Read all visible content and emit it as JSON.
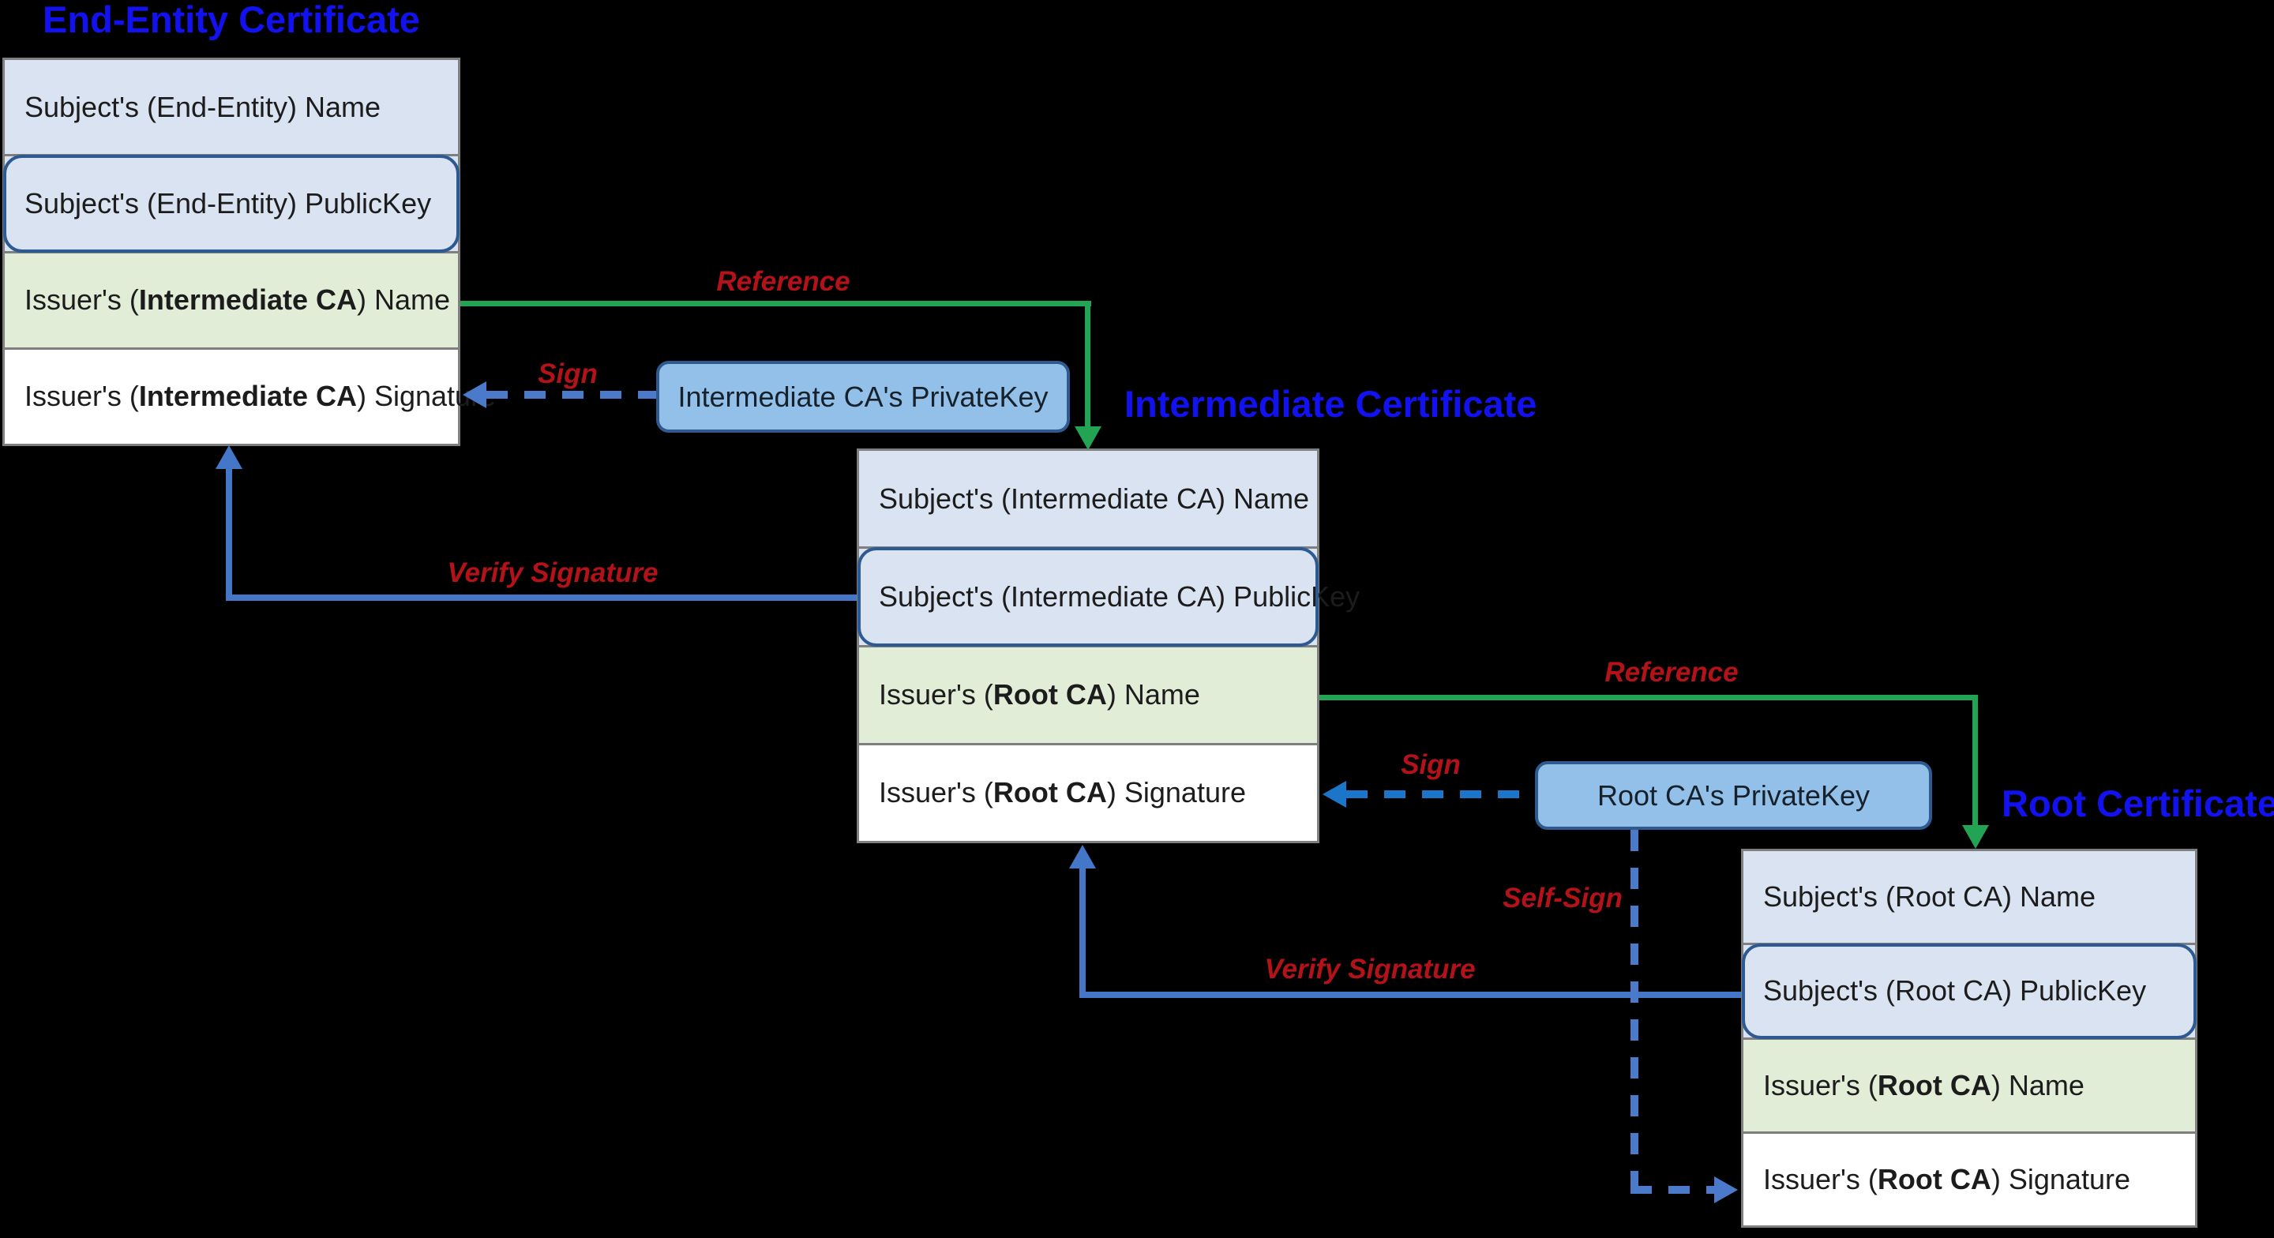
{
  "colors": {
    "bg": "#000000",
    "title_blue": "#1212f0",
    "label_red": "#b31218",
    "green_arrow": "#23a455",
    "blue_arrow": "#4577c9",
    "blue_dash_soft": "#4a7ac9",
    "blue_dash_bright": "#1b76c9",
    "cell_blue": "#dae3f1",
    "cell_green": "#e2edd8",
    "cell_white": "#ffffff",
    "cell_text": "#1c1c1c",
    "key_fill": "#92c0e8",
    "key_border": "#2e5a8f",
    "pk_border": "#2e5a94",
    "row_border": "#7f7f7f"
  },
  "certificates": [
    {
      "title": "End-Entity Certificate",
      "rows": [
        {
          "pre": "Subject's (End-Entity) Name",
          "bold": "",
          "post": ""
        },
        {
          "pre": "Subject's (End-Entity) PublicKey",
          "bold": "",
          "post": ""
        },
        {
          "pre": "Issuer's (",
          "bold": "Intermediate CA",
          "post": ") Name"
        },
        {
          "pre": "Issuer's (",
          "bold": "Intermediate CA",
          "post": ") Signature"
        }
      ]
    },
    {
      "title": "Intermediate Certificate",
      "rows": [
        {
          "pre": "Subject's (Intermediate CA) Name",
          "bold": "",
          "post": ""
        },
        {
          "pre": "Subject's (Intermediate CA) PublicKey",
          "bold": "",
          "post": ""
        },
        {
          "pre": "Issuer's (",
          "bold": "Root CA",
          "post": ") Name"
        },
        {
          "pre": "Issuer's (",
          "bold": "Root CA",
          "post": ") Signature"
        }
      ]
    },
    {
      "title": "Root Certificate",
      "rows": [
        {
          "pre": "Subject's (Root CA) Name",
          "bold": "",
          "post": ""
        },
        {
          "pre": "Subject's (Root CA) PublicKey",
          "bold": "",
          "post": ""
        },
        {
          "pre": "Issuer's (",
          "bold": "Root CA",
          "post": ") Name"
        },
        {
          "pre": "Issuer's (",
          "bold": "Root CA",
          "post": ") Signature"
        }
      ]
    }
  ],
  "keys": [
    {
      "label": "Intermediate CA's PrivateKey"
    },
    {
      "label": "Root CA's PrivateKey"
    }
  ],
  "arrows": {
    "reference1": "Reference",
    "sign1": "Sign",
    "verify1": "Verify Signature",
    "reference2": "Reference",
    "sign2": "Sign",
    "verify2": "Verify Signature",
    "self_sign": "Self-Sign"
  }
}
